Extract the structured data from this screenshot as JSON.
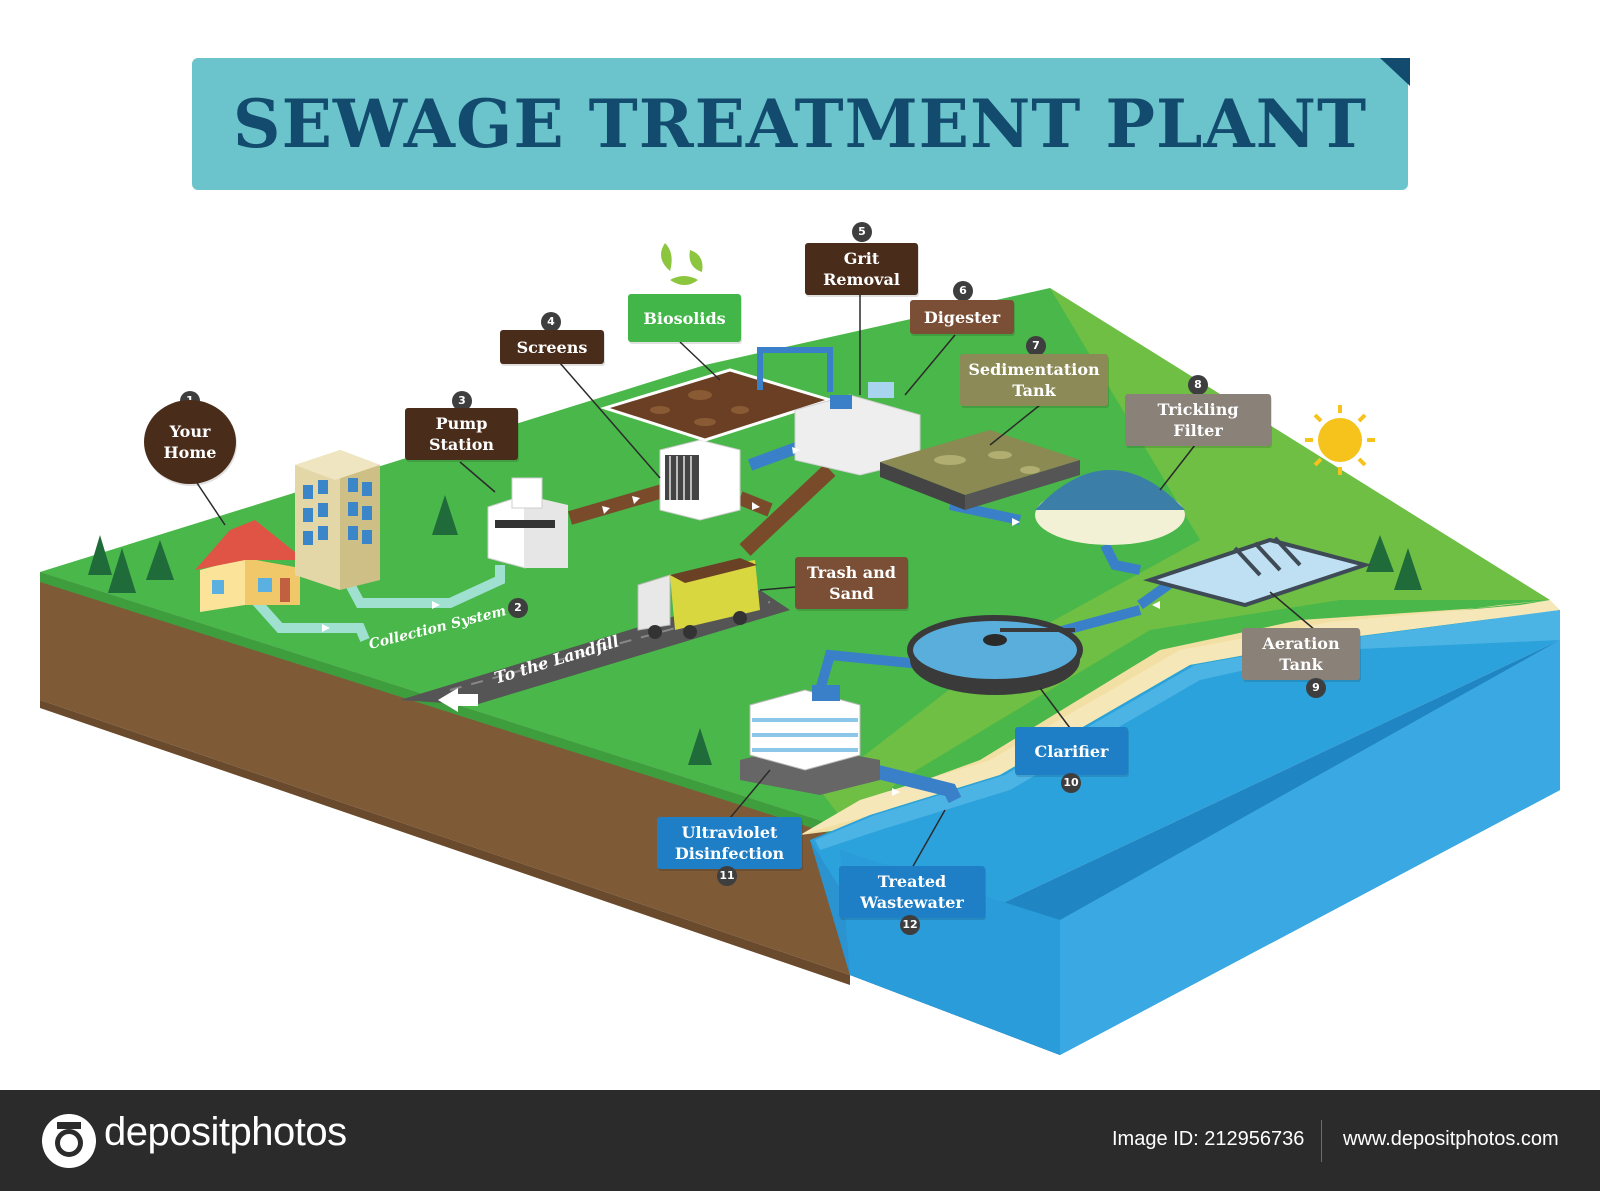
{
  "title": "SEWAGE TREATMENT PLANT",
  "labels": {
    "your_home": {
      "num": "1",
      "text": "Your\nHome"
    },
    "collection": {
      "num": "2",
      "text": "Collection System"
    },
    "pump_station": {
      "num": "3",
      "text": "Pump\nStation"
    },
    "screens": {
      "num": "4",
      "text": "Screens"
    },
    "biosolids": {
      "text": "Biosolids"
    },
    "grit_removal": {
      "num": "5",
      "text": "Grit\nRemoval"
    },
    "digester": {
      "num": "6",
      "text": "Digester"
    },
    "sedimentation": {
      "num": "7",
      "text": "Sedimentation\nTank"
    },
    "trickling": {
      "num": "8",
      "text": "Trickling\nFilter"
    },
    "aeration": {
      "num": "9",
      "text": "Aeration\nTank"
    },
    "clarifier": {
      "num": "10",
      "text": "Clarifier"
    },
    "uv": {
      "num": "11",
      "text": "Ultraviolet\nDisinfection"
    },
    "treated": {
      "num": "12",
      "text": "Treated\nWastewater"
    },
    "trash": {
      "text": "Trash and\nSand"
    },
    "landfill": {
      "text": "To the Landfill"
    }
  },
  "footer": {
    "brand": "depositphotos",
    "image_id": "Image ID: 212956736",
    "url": "www.depositphotos.com"
  },
  "colors": {
    "title_bg": "#6bc4cb",
    "title_text": "#134b6e",
    "grass": "#49b749",
    "soil": "#7e5a36",
    "water": "#2ca2dc",
    "sand": "#f2dfa4"
  }
}
